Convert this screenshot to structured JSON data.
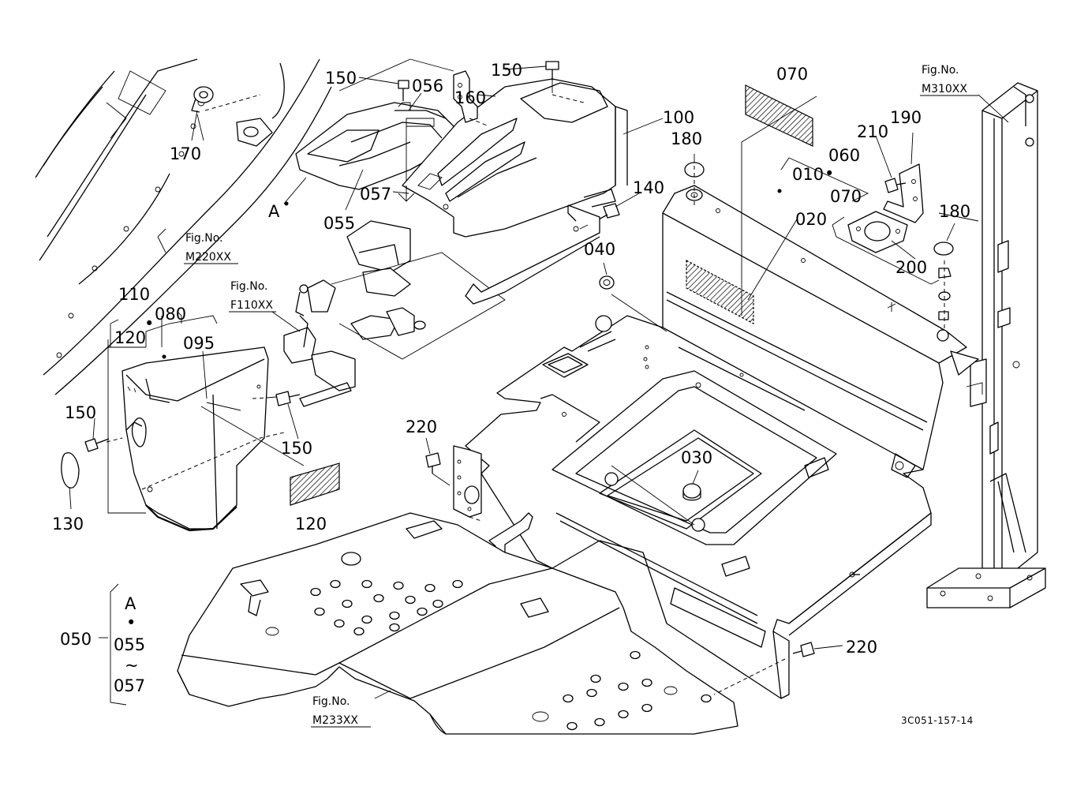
{
  "diagram": {
    "drawing_code": "3C051-157-14",
    "part_numbers": {
      "p010": "010",
      "p020": "020",
      "p030": "030",
      "p040": "040",
      "p050": "050",
      "p055": "055",
      "p056": "056",
      "p057": "057",
      "p060": "060",
      "p070": "070",
      "p080": "080",
      "p095": "095",
      "p100": "100",
      "p110": "110",
      "p120": "120",
      "p130": "130",
      "p140": "140",
      "p150": "150",
      "p160": "160",
      "p170": "170",
      "p180": "180",
      "p190": "190",
      "p200": "200",
      "p210": "210",
      "p220": "220"
    },
    "fig_refs": {
      "prefix": "Fig.No.",
      "m220": "M220XX",
      "f110": "F110XX",
      "m310": "M310XX",
      "m233": "M233XX"
    },
    "marks": {
      "a": "A",
      "dot": "•",
      "tilde": "~"
    }
  }
}
